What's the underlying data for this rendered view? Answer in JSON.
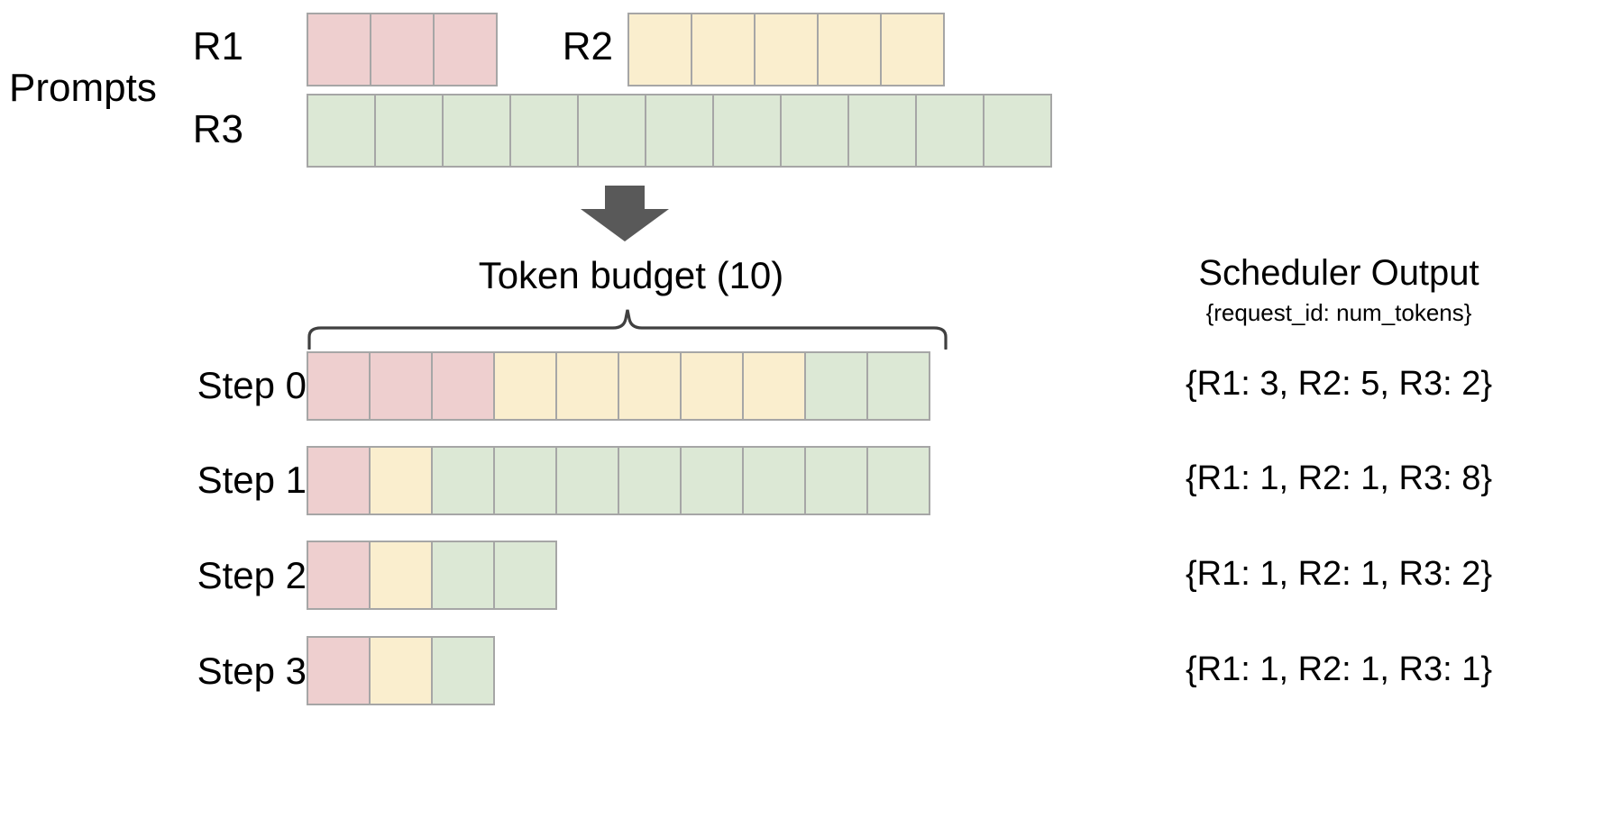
{
  "diagram": {
    "title_prompts": "Prompts",
    "budget_label": "Token  budget (10)",
    "arrow_icon": "down-arrow-icon",
    "brace_icon": "curly-brace-icon"
  },
  "colors": {
    "r1": "#eecfcf",
    "r2": "#faeece",
    "r3": "#dce8d5",
    "cell_border": "#a6a6a6",
    "arrow": "#595959",
    "brace": "#404040",
    "background": "#ffffff",
    "text": "#000000"
  },
  "prompts": {
    "label": "Prompts",
    "requests": [
      {
        "id": "R1",
        "label": "R1",
        "tokens": 3,
        "color_key": "pink"
      },
      {
        "id": "R2",
        "label": "R2",
        "tokens": 5,
        "color_key": "yellow"
      },
      {
        "id": "R3",
        "label": "R3",
        "tokens": 11,
        "color_key": "green"
      }
    ]
  },
  "token_budget": {
    "label": "Token  budget (10)",
    "value": 10
  },
  "scheduler_output": {
    "title": "Scheduler Output",
    "subtitle": "{request_id: num_tokens}",
    "rows": [
      "{R1: 3, R2: 5, R3: 2}",
      "{R1: 1, R2: 1, R3: 8}",
      "{R1: 1, R2: 1, R3: 2}",
      "{R1: 1, R2: 1, R3: 1}"
    ]
  },
  "steps": [
    {
      "label": "Step 0",
      "segments": [
        {
          "request": "R1",
          "count": 3,
          "color_key": "pink"
        },
        {
          "request": "R2",
          "count": 5,
          "color_key": "yellow"
        },
        {
          "request": "R3",
          "count": 2,
          "color_key": "green"
        }
      ],
      "total": 10,
      "output": "{R1: 3, R2: 5, R3: 2}"
    },
    {
      "label": "Step 1",
      "segments": [
        {
          "request": "R1",
          "count": 1,
          "color_key": "pink"
        },
        {
          "request": "R2",
          "count": 1,
          "color_key": "yellow"
        },
        {
          "request": "R3",
          "count": 8,
          "color_key": "green"
        }
      ],
      "total": 10,
      "output": "{R1: 1, R2: 1, R3: 8}"
    },
    {
      "label": "Step 2",
      "segments": [
        {
          "request": "R1",
          "count": 1,
          "color_key": "pink"
        },
        {
          "request": "R2",
          "count": 1,
          "color_key": "yellow"
        },
        {
          "request": "R3",
          "count": 2,
          "color_key": "green"
        }
      ],
      "total": 4,
      "output": "{R1: 1, R2: 1, R3: 2}"
    },
    {
      "label": "Step 3",
      "segments": [
        {
          "request": "R1",
          "count": 1,
          "color_key": "pink"
        },
        {
          "request": "R2",
          "count": 1,
          "color_key": "yellow"
        },
        {
          "request": "R3",
          "count": 1,
          "color_key": "green"
        }
      ],
      "total": 3,
      "output": "{R1: 1, R2: 1, R3: 1}"
    }
  ]
}
